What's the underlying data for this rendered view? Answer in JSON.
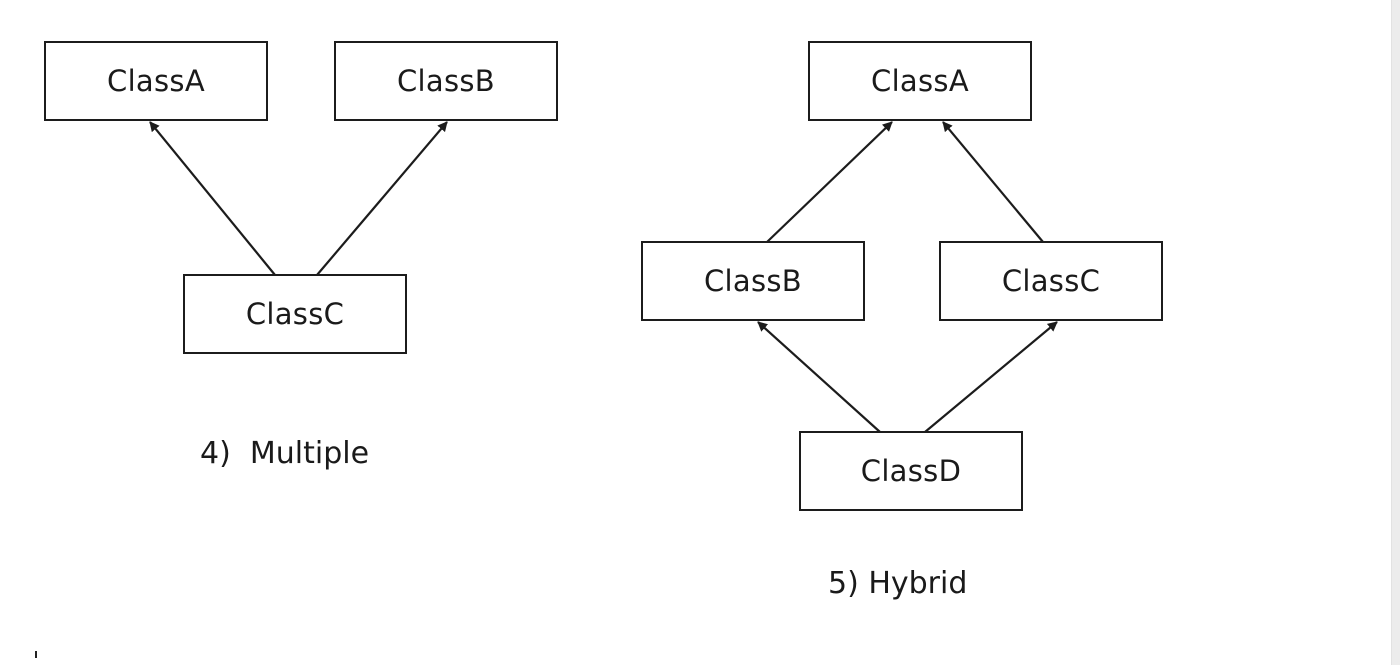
{
  "diagrams": [
    {
      "caption": "4)  Multiple",
      "classes": {
        "a": "ClassA",
        "b": "ClassB",
        "c": "ClassC"
      },
      "relations": [
        {
          "from": "ClassC",
          "to": "ClassA"
        },
        {
          "from": "ClassC",
          "to": "ClassB"
        }
      ]
    },
    {
      "caption": "5) Hybrid",
      "classes": {
        "a": "ClassA",
        "b": "ClassB",
        "c": "ClassC",
        "d": "ClassD"
      },
      "relations": [
        {
          "from": "ClassB",
          "to": "ClassA"
        },
        {
          "from": "ClassC",
          "to": "ClassA"
        },
        {
          "from": "ClassD",
          "to": "ClassB"
        },
        {
          "from": "ClassD",
          "to": "ClassC"
        }
      ]
    }
  ],
  "colors": {
    "line": "#1c1c1c",
    "background": "#ffffff"
  }
}
